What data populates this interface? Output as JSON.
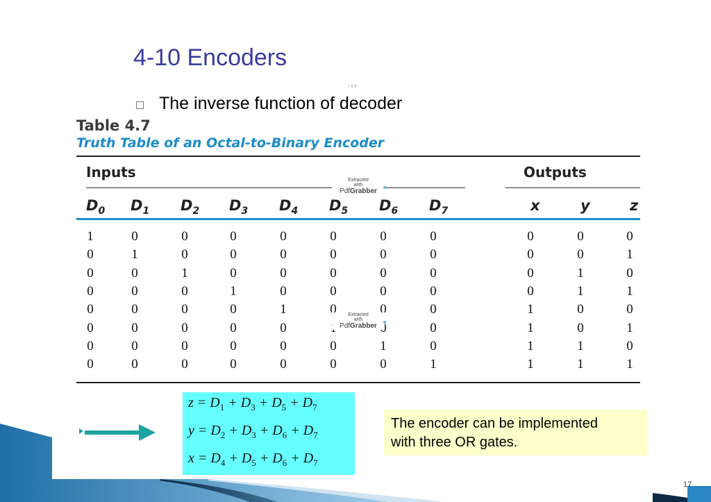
{
  "slide": {
    "title": "4-10 Encoders",
    "bullet": "The inverse function of decoder",
    "tiny_mark": "I II II",
    "page_number": "17"
  },
  "table": {
    "caption_number": "Table 4.7",
    "caption_title": "Truth Table of an Octal-to-Binary Encoder",
    "inputs_label": "Inputs",
    "outputs_label": "Outputs",
    "input_cols": [
      {
        "name": "D",
        "sub": "0"
      },
      {
        "name": "D",
        "sub": "1"
      },
      {
        "name": "D",
        "sub": "2"
      },
      {
        "name": "D",
        "sub": "3"
      },
      {
        "name": "D",
        "sub": "4"
      },
      {
        "name": "D",
        "sub": "5"
      },
      {
        "name": "D",
        "sub": "6"
      },
      {
        "name": "D",
        "sub": "7"
      }
    ],
    "output_cols": [
      "x",
      "y",
      "z"
    ],
    "rows": [
      [
        "1",
        "0",
        "0",
        "0",
        "0",
        "0",
        "0",
        "0",
        "0",
        "0",
        "0"
      ],
      [
        "0",
        "1",
        "0",
        "0",
        "0",
        "0",
        "0",
        "0",
        "0",
        "0",
        "1"
      ],
      [
        "0",
        "0",
        "1",
        "0",
        "0",
        "0",
        "0",
        "0",
        "0",
        "1",
        "0"
      ],
      [
        "0",
        "0",
        "0",
        "1",
        "0",
        "0",
        "0",
        "0",
        "0",
        "1",
        "1"
      ],
      [
        "0",
        "0",
        "0",
        "0",
        "1",
        "0",
        "0",
        "0",
        "1",
        "0",
        "0"
      ],
      [
        "0",
        "0",
        "0",
        "0",
        "0",
        "1",
        "0",
        "0",
        "1",
        "0",
        "1"
      ],
      [
        "0",
        "0",
        "0",
        "0",
        "0",
        "0",
        "1",
        "0",
        "1",
        "1",
        "0"
      ],
      [
        "0",
        "0",
        "0",
        "0",
        "0",
        "0",
        "0",
        "1",
        "1",
        "1",
        "1"
      ]
    ]
  },
  "watermark": {
    "line1": "Extracted",
    "line2": "with",
    "brand_plain": "Pdf",
    "brand_bold": "Grabber"
  },
  "equations": {
    "z": {
      "lhs": "z",
      "terms": [
        {
          "v": "D",
          "s": "1"
        },
        {
          "v": "D",
          "s": "3"
        },
        {
          "v": "D",
          "s": "5"
        },
        {
          "v": "D",
          "s": "7"
        }
      ]
    },
    "y": {
      "lhs": "y",
      "terms": [
        {
          "v": "D",
          "s": "2"
        },
        {
          "v": "D",
          "s": "3"
        },
        {
          "v": "D",
          "s": "6"
        },
        {
          "v": "D",
          "s": "7"
        }
      ]
    },
    "x": {
      "lhs": "x",
      "terms": [
        {
          "v": "D",
          "s": "4"
        },
        {
          "v": "D",
          "s": "5"
        },
        {
          "v": "D",
          "s": "6"
        },
        {
          "v": "D",
          "s": "7"
        }
      ]
    },
    "eq_sign": "=",
    "plus": "+"
  },
  "note": {
    "text": "The encoder can be implemented\nwith three OR gates."
  },
  "colors": {
    "title": "#3a3aa0",
    "caption_blue": "#1b8bc9",
    "equation_bg": "#66ffff",
    "note_bg": "#ffffcc",
    "arrow": "#1aa3a0",
    "corner_dark": "#0d2a44",
    "corner_blue": "#2a86c4"
  },
  "icons": {
    "bullet": "square-bullet-icon",
    "arrow": "right-arrow-icon"
  }
}
